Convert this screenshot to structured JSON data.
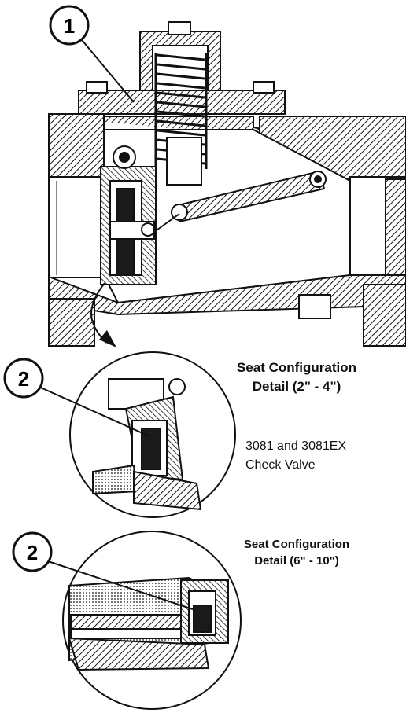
{
  "callouts": {
    "c1": "1",
    "c2a": "2",
    "c2b": "2"
  },
  "detail_small": {
    "title_line1": "Seat Configuration",
    "title_line2": "Detail (2\" - 4\")"
  },
  "product": {
    "line1": "3081 and 3081EX",
    "line2": "Check Valve"
  },
  "detail_large": {
    "title_line1": "Seat Configuration",
    "title_line2": "Detail (6\" - 10\")"
  },
  "colors": {
    "ink": "#111111",
    "seal": "#1a1a1a",
    "paper": "#ffffff"
  }
}
